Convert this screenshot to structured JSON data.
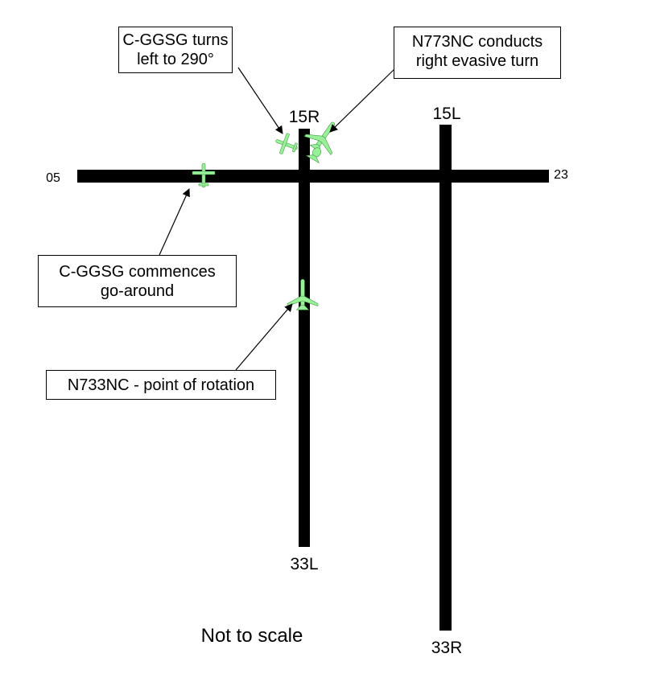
{
  "runways": {
    "r05": "05",
    "r23": "23",
    "r15R": "15R",
    "r33L": "33L",
    "r15L": "15L",
    "r33R": "33R"
  },
  "callouts": {
    "cggsg_turn": [
      "C-GGSG turns",
      "left to 290°"
    ],
    "n773nc_evasive": [
      "N773NC conducts",
      "right evasive turn"
    ],
    "cggsg_goaround": [
      "C-GGSG commences",
      "go-around"
    ],
    "n733nc_rotation": [
      "N733NC - point of rotation"
    ]
  },
  "footer": "Not to scale",
  "colors": {
    "aircraft_fill": "#98f098",
    "aircraft_stroke": "#4a9a4a",
    "runway": "#000000"
  }
}
